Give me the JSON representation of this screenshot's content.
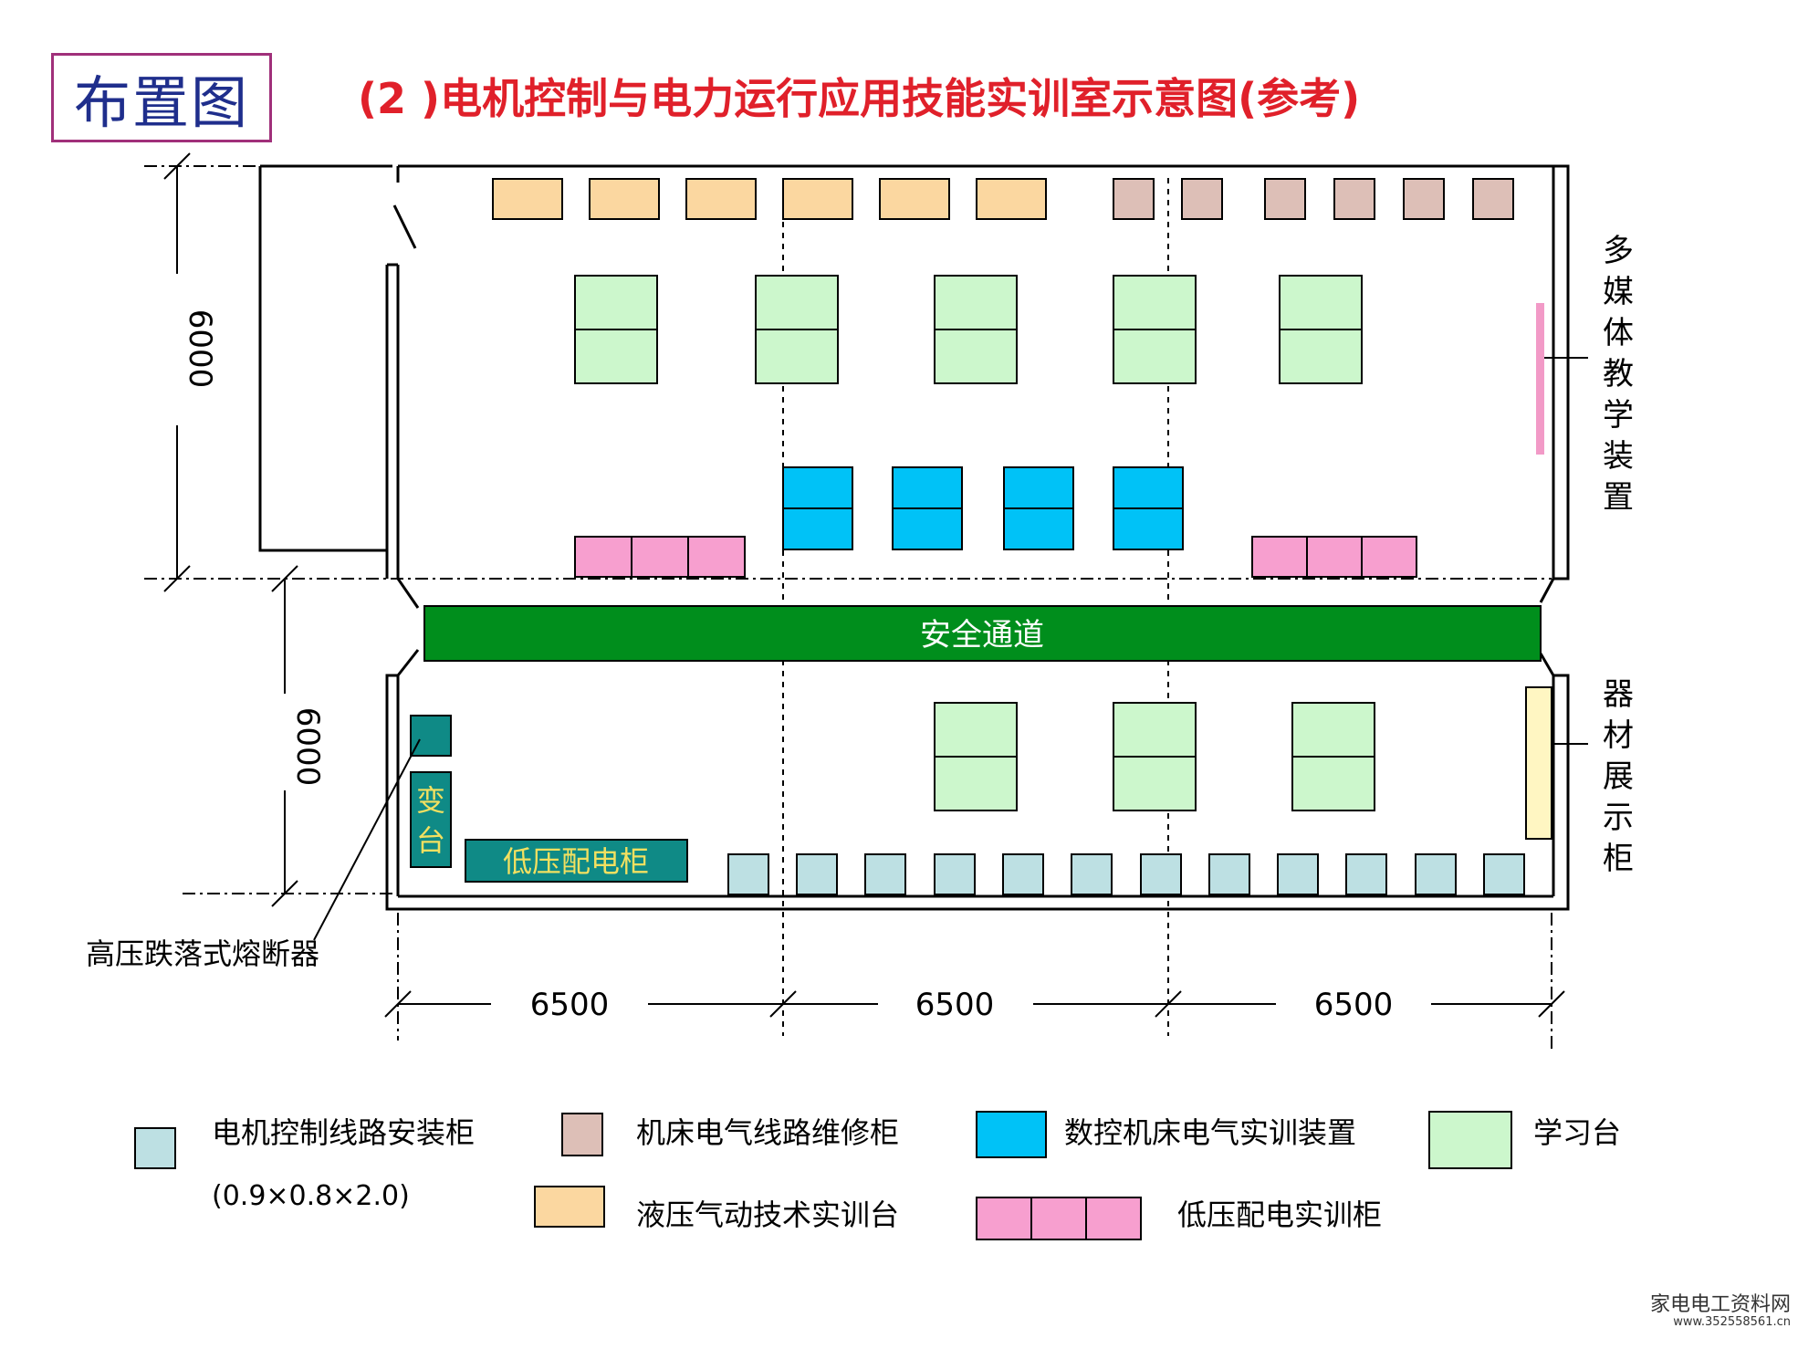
{
  "corner_label": "布置图",
  "title": "(2 )电机控制与电力运行应用技能实训室示意图(参考)",
  "areas": {
    "safety_passage": "安全通道",
    "transformer": "变台",
    "lv_cabinet": "低压配电柜"
  },
  "side_labels": {
    "multimedia": "多媒体教学装置",
    "equipment_display": "器材展示柜",
    "fuse": "高压跌落式熔断器"
  },
  "dimensions": {
    "height_top": "6000",
    "height_bottom": "6000",
    "width_1": "6500",
    "width_2": "6500",
    "width_3": "6500"
  },
  "legend": {
    "motor_cabinet": "电机控制线路安装柜",
    "motor_cabinet_size": "(0.9×0.8×2.0)",
    "machine_cabinet": "机床电气线路维修柜",
    "cnc_device": "数控机床电气实训装置",
    "study_table": "学习台",
    "hydraulic_table": "液压气动技术实训台",
    "lv_training": "低压配电实训柜"
  },
  "colors": {
    "motor_cabinet": "#bde0e3",
    "machine_cabinet": "#ddbfb7",
    "cnc_device": "#00c2f7",
    "study_table": "#ccf7cc",
    "hydraulic_table": "#fbd7a0",
    "lv_training": "#f79fcf",
    "passage": "#008e1c",
    "teal": "#0f8a86",
    "multimedia": "#f29ac7",
    "display_case": "#fff6c2",
    "title": "#e0202a"
  },
  "watermark": {
    "text": "家电电工资料网",
    "url": "www.352558561.cn"
  }
}
